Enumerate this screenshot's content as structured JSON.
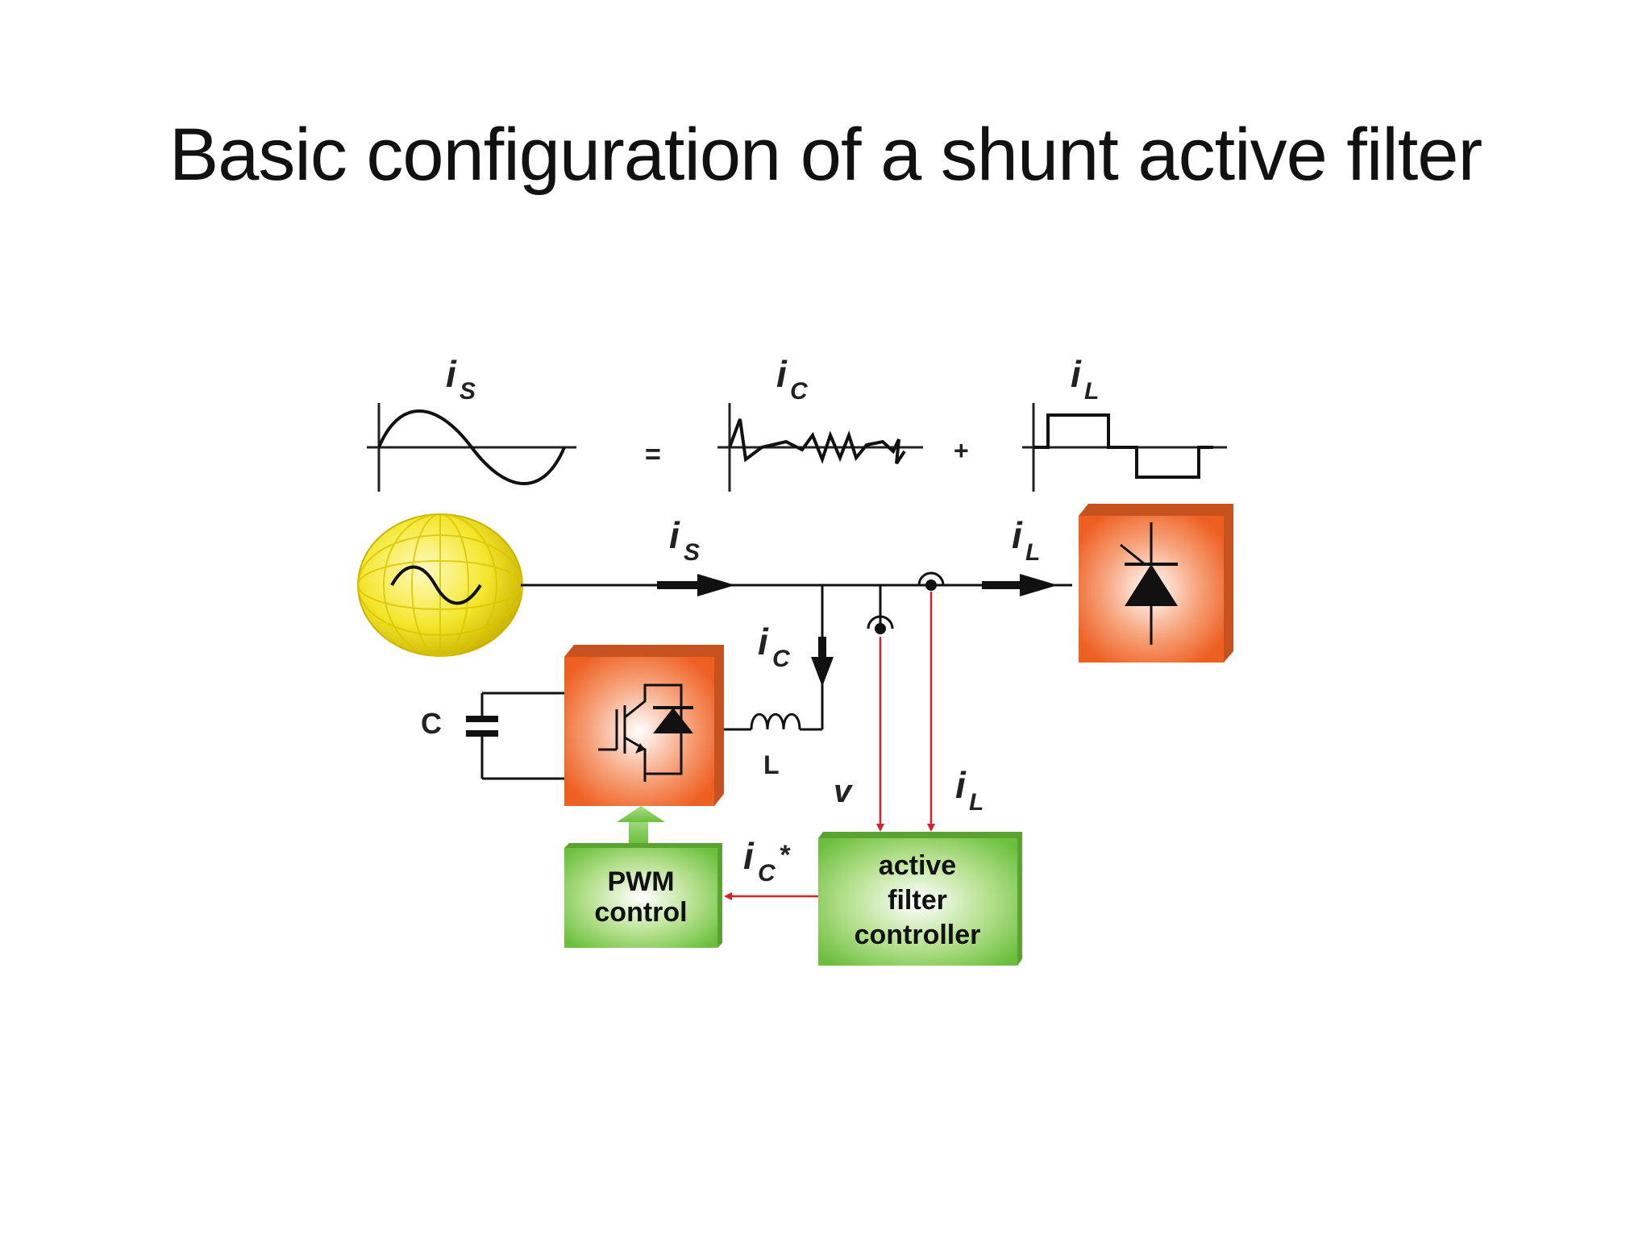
{
  "title": "Basic configuration of a shunt active filter",
  "equation": {
    "is_main": "i",
    "is_sub": "S",
    "ic_main": "i",
    "ic_sub": "C",
    "il_main": "i",
    "il_sub": "L",
    "equals": "=",
    "plus": "+"
  },
  "circuit": {
    "is_main": "i",
    "is_sub": "S",
    "il_main": "i",
    "il_sub": "L",
    "ic_main": "i",
    "ic_sub": "C",
    "capacitor": "C",
    "inductor": "L",
    "voltage": "v",
    "il2_main": "i",
    "il2_sub": "L",
    "icstar_main": "i",
    "icstar_sub": "C",
    "icstar_star": "*"
  },
  "boxes": {
    "pwm_line1": "PWM",
    "pwm_line2": "control",
    "afc_line1": "active",
    "afc_line2": "filter",
    "afc_line3": "controller"
  },
  "colors": {
    "orange": "#f06a2c",
    "green": "#77c44a",
    "signal_red": "#d8202a",
    "source_yellow": "#f2e41c"
  }
}
